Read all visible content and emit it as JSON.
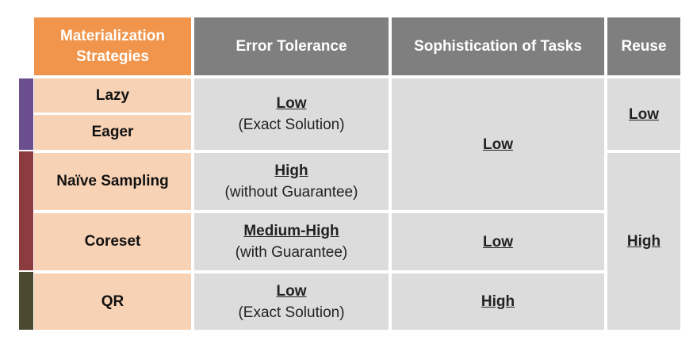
{
  "colors": {
    "header_orange": "#F0954B",
    "header_gray": "#7F7F7F",
    "strategy_fill": "#F8D2B5",
    "value_fill": "#DCDCDC",
    "bar_purple": "#6B4E8E",
    "bar_red": "#8C3B3E",
    "bar_olive": "#4B4A30"
  },
  "headers": {
    "strategies_line1": "Materialization",
    "strategies_line2": "Strategies",
    "error_tolerance": "Error Tolerance",
    "sophistication": "Sophistication of Tasks",
    "reuse": "Reuse"
  },
  "strategies": {
    "lazy": "Lazy",
    "eager": "Eager",
    "naive_sampling": "Naïve Sampling",
    "coreset": "Coreset",
    "qr": "QR"
  },
  "error_tolerance": {
    "lazy_eager_level": "Low",
    "lazy_eager_note": "(Exact Solution)",
    "naive_level": "High",
    "naive_note": "(without Guarantee)",
    "coreset_level": "Medium-High",
    "coreset_note": "(with Guarantee)",
    "qr_level": "Low",
    "qr_note": "(Exact Solution)"
  },
  "sophistication": {
    "lazy_eager_naive": "Low",
    "coreset": "Low",
    "qr": "High"
  },
  "reuse": {
    "lazy_eager": "Low",
    "naive_coreset_qr": "High"
  }
}
